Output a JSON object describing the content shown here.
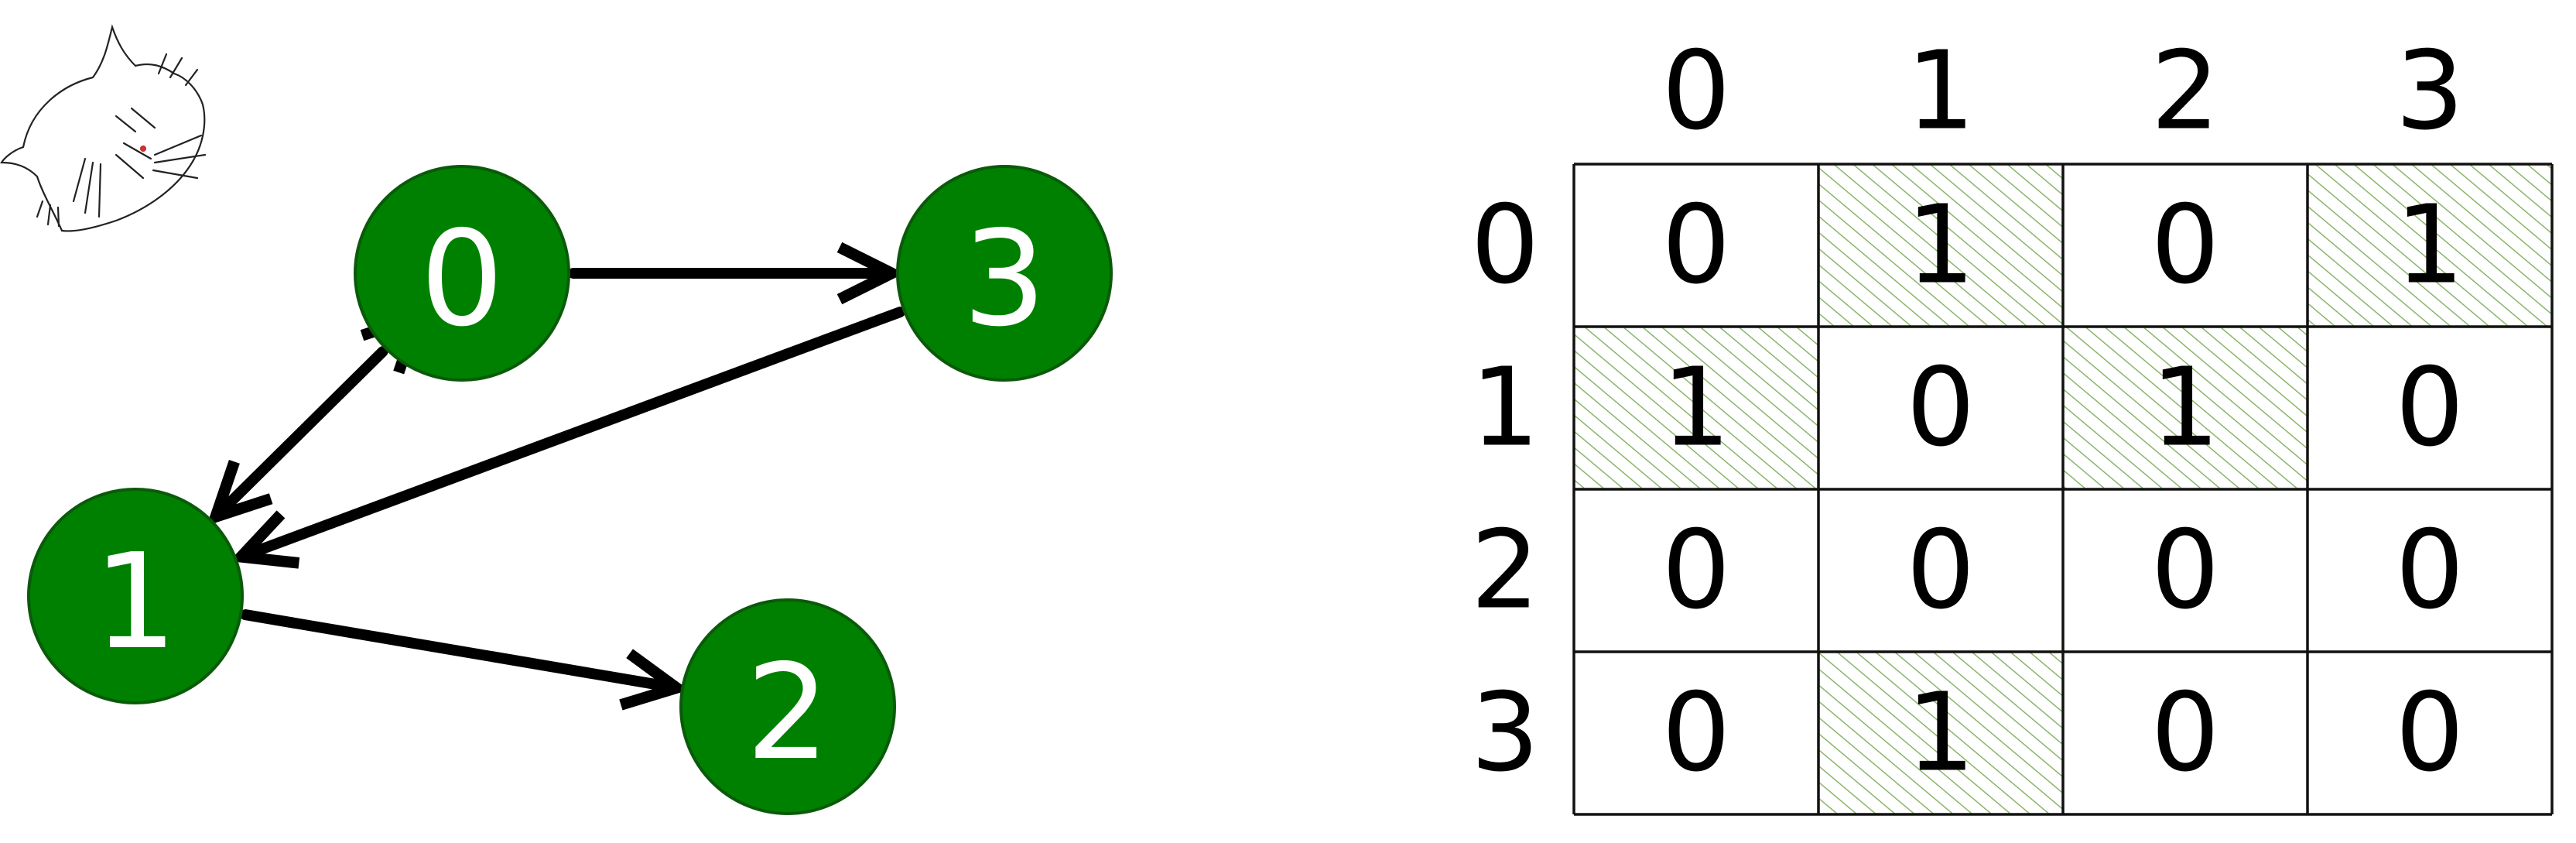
{
  "graph": {
    "nodes": [
      {
        "id": "0",
        "label": "0"
      },
      {
        "id": "1",
        "label": "1"
      },
      {
        "id": "2",
        "label": "2"
      },
      {
        "id": "3",
        "label": "3"
      }
    ],
    "edges": [
      {
        "from": "0",
        "to": "3",
        "bidirectional": false
      },
      {
        "from": "0",
        "to": "1",
        "bidirectional": true
      },
      {
        "from": "3",
        "to": "1",
        "bidirectional": false
      },
      {
        "from": "1",
        "to": "2",
        "bidirectional": false
      }
    ]
  },
  "matrix": {
    "col_headers": [
      "0",
      "1",
      "2",
      "3"
    ],
    "row_headers": [
      "0",
      "1",
      "2",
      "3"
    ],
    "rows": [
      [
        "0",
        "1",
        "0",
        "1"
      ],
      [
        "1",
        "0",
        "1",
        "0"
      ],
      [
        "0",
        "0",
        "0",
        "0"
      ],
      [
        "0",
        "1",
        "0",
        "0"
      ]
    ]
  },
  "colors": {
    "node_fill": "#008000",
    "node_stroke": "#0a5a0a",
    "node_text": "#ffffff",
    "hatch": "#8ab56a",
    "line": "#000000"
  },
  "icons": {
    "mascot": "cat-mascot-icon"
  }
}
